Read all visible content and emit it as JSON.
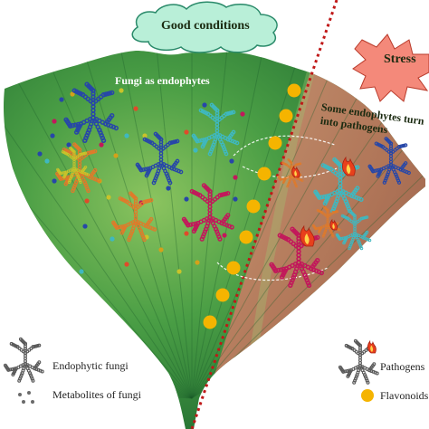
{
  "labels": {
    "good_conditions": "Good conditions",
    "stress": "Stress",
    "fungi_as_endophytes": "Fungi as endophytes",
    "some_endophytes_line1": "Some endophytes turn",
    "some_endophytes_line2": "into pathogens"
  },
  "legend": {
    "endophytic_fungi": "Endophytic fungi",
    "metabolites": "Metabolites of fungi",
    "pathogens": "Pathogens",
    "flavonoids": "Flavonoids"
  },
  "colors": {
    "leaf_green": "#2f8a3c",
    "leaf_light": "#74b35a",
    "stress_zone": "#c0745a",
    "dotted_line": "#c01818",
    "flavonoid": "#f5b400",
    "cloud_fill": "#b9efd8",
    "burst_fill": "#f4897a",
    "fungus_blue": "#2747a8",
    "fungus_teal": "#3fb8c0",
    "fungus_magenta": "#c2185b",
    "fungus_orange": "#e07a2a",
    "fungus_yellow": "#c9c32a",
    "fire": "#e8401c"
  },
  "icons": [
    "cloud-icon",
    "burst-icon",
    "fungus-icon",
    "fire-icon",
    "flavonoid-dot-icon",
    "metabolite-dot-icon"
  ]
}
